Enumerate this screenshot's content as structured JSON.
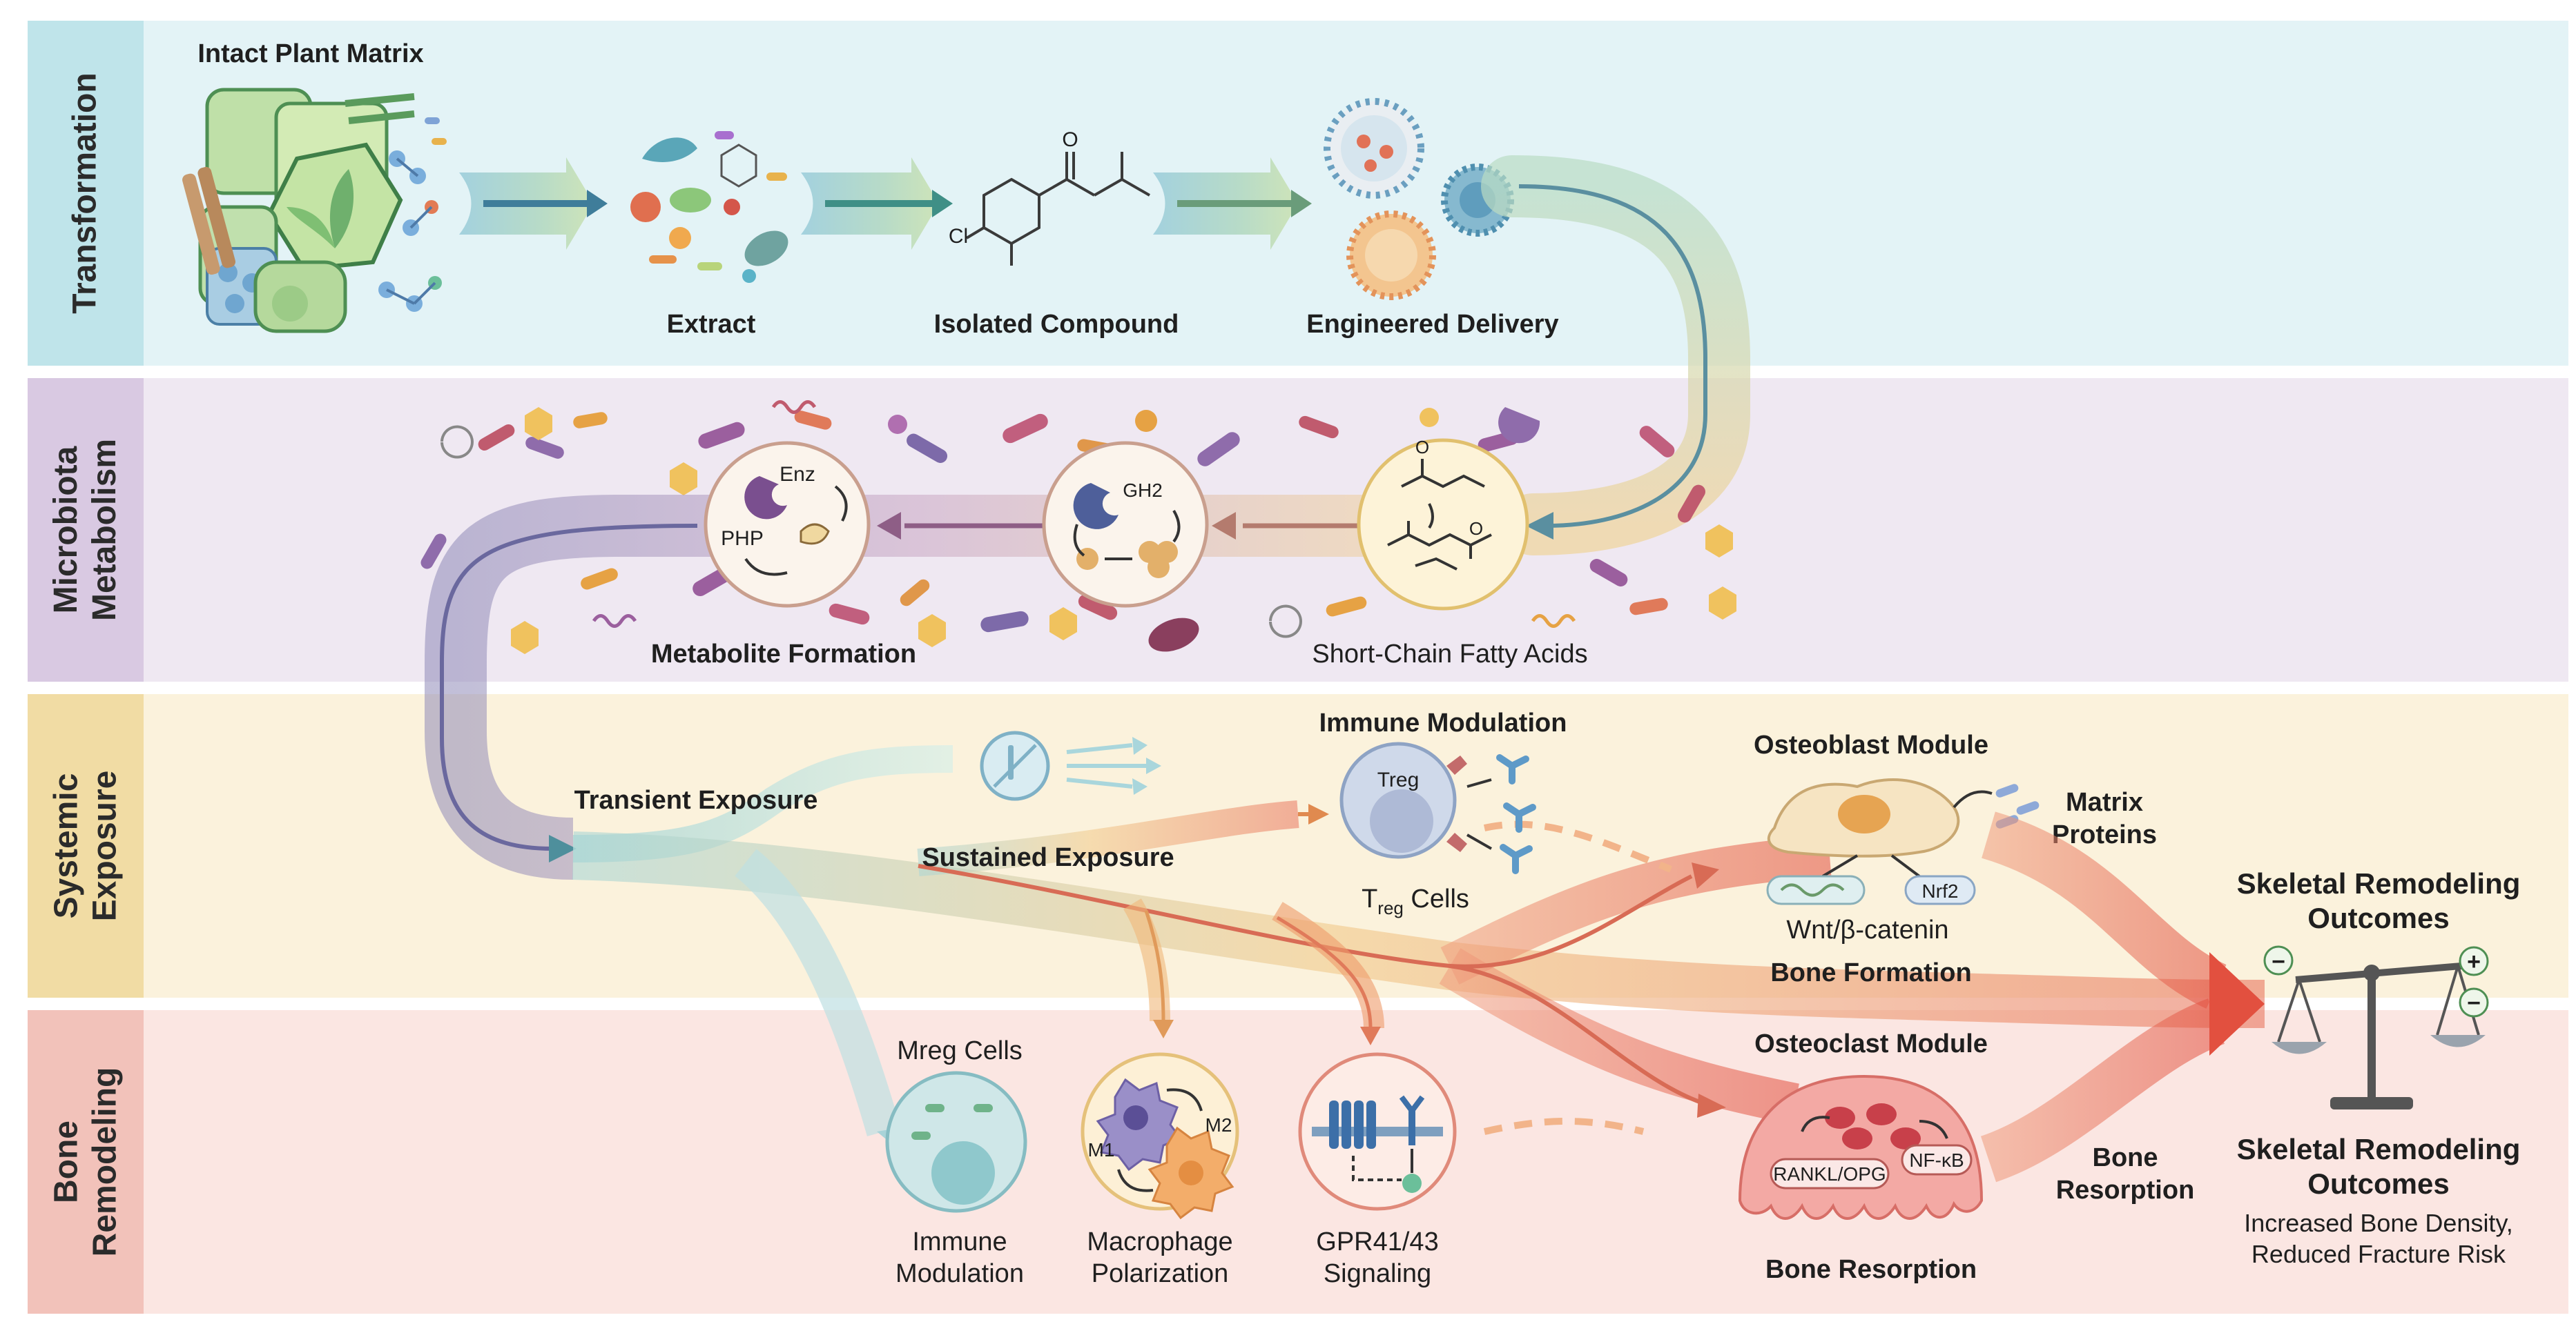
{
  "bands": [
    {
      "label": "Transformation",
      "color": "#e3f3f6",
      "tab": "#bfe4ea"
    },
    {
      "label": "Microbiota Metabolism",
      "color": "#efe8f2",
      "tab": "#d9c9e2"
    },
    {
      "label": "Systemic Exposure",
      "color": "#fbf2dc",
      "tab": "#f1dca4"
    },
    {
      "label": "Bone Remodeling",
      "color": "#fbe6e2",
      "tab": "#f2c2ba"
    }
  ],
  "transformation": {
    "intact_plant_matrix": "Intact Plant Matrix",
    "extract": "Extract",
    "isolated_compound": "Isolated Compound",
    "compound_atom_o": "O",
    "compound_atom_cl": "Cl",
    "engineered_delivery": "Engineered Delivery"
  },
  "microbiota": {
    "metabolite_formation": "Metabolite Formation",
    "scfa": "Short-Chain Fatty Acids",
    "enz": "Enz",
    "php": "PHP",
    "gh2": "GH2",
    "scfa_atom_o1": "O",
    "scfa_atom_o2": "O"
  },
  "systemic": {
    "transient": "Transient Exposure",
    "sustained": "Sustained Exposure",
    "immune_modulation": "Immune Modulation",
    "treg": "Treg",
    "treg_cells_t": "T",
    "treg_cells_sub": "reg",
    "treg_cells_suffix": " Cells",
    "osteoblast_module": "Osteoblast Module",
    "matrix_proteins_1": "Matrix",
    "matrix_proteins_2": "Proteins",
    "wnt": "Wnt/β-catenin",
    "nrf2": "Nrf2",
    "bone_formation": "Bone Formation"
  },
  "bone": {
    "mreg_cells": "Mreg Cells",
    "immune_modulation_1": "Immune",
    "immune_modulation_2": "Modulation",
    "m1": "M1",
    "m2": "M2",
    "macrophage_1": "Macrophage",
    "macrophage_2": "Polarization",
    "gpr_1": "GPR41/43",
    "gpr_2": "Signaling",
    "osteoclast_module": "Osteoclast Module",
    "rankl": "RANKL/OPG",
    "nfkb": "NF-κB",
    "bone_resorption_side_1": "Bone",
    "bone_resorption_side_2": "Resorption",
    "bone_resorption": "Bone Resorption"
  },
  "outcomes": {
    "title_top_1": "Skeletal Remodeling",
    "title_top_2": "Outcomes",
    "minus": "−",
    "plus": "+",
    "title_bottom_1": "Skeletal Remodeling",
    "title_bottom_2": "Outcomes",
    "desc_1": "Increased Bone Density,",
    "desc_2": "Reduced Fracture Risk"
  }
}
